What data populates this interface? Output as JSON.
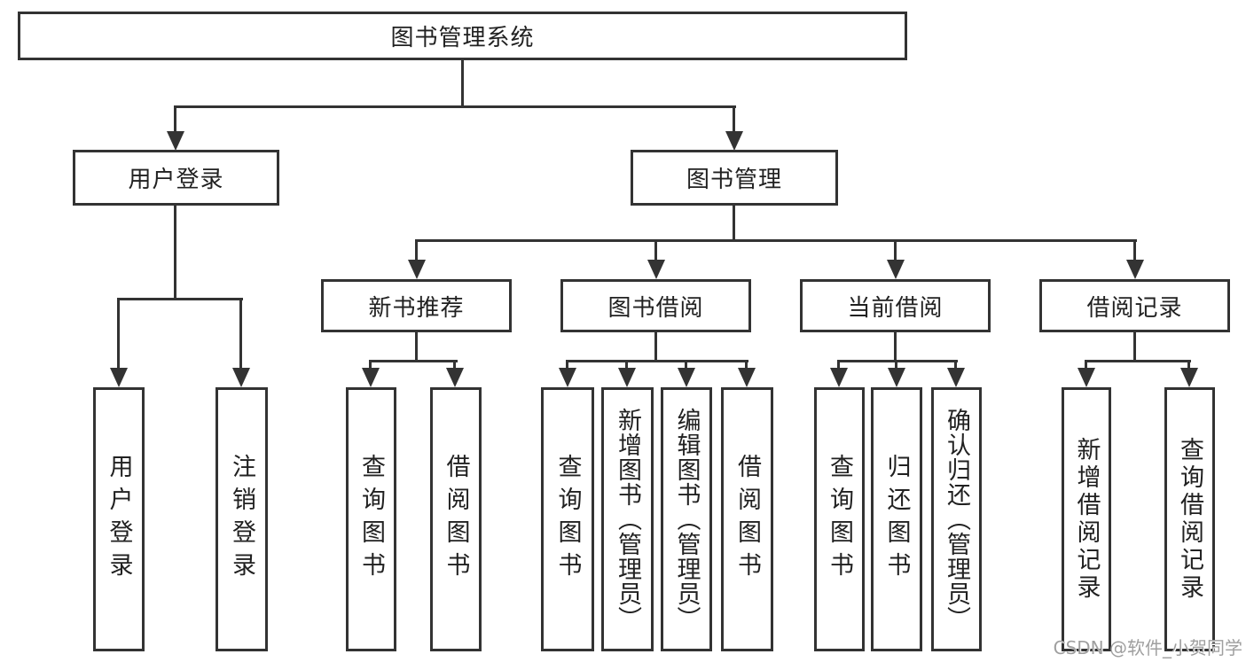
{
  "diagram": {
    "root": {
      "label": "图书管理系统"
    },
    "level2": [
      {
        "label": "用户登录"
      },
      {
        "label": "图书管理"
      }
    ],
    "level3": [
      {
        "label": "新书推荐",
        "parent": "图书管理"
      },
      {
        "label": "图书借阅",
        "parent": "图书管理"
      },
      {
        "label": "当前借阅",
        "parent": "图书管理"
      },
      {
        "label": "借阅记录",
        "parent": "图书管理"
      }
    ],
    "leaves": [
      {
        "label": "用户登录",
        "parent": "用户登录"
      },
      {
        "label": "注销登录",
        "parent": "用户登录"
      },
      {
        "label": "查询图书",
        "parent": "新书推荐"
      },
      {
        "label": "借阅图书",
        "parent": "新书推荐"
      },
      {
        "label": "查询图书",
        "parent": "图书借阅"
      },
      {
        "label": "新增图书（管理员）",
        "parent": "图书借阅"
      },
      {
        "label": "编辑图书（管理员）",
        "parent": "图书借阅"
      },
      {
        "label": "借阅图书",
        "parent": "图书借阅"
      },
      {
        "label": "查询图书",
        "parent": "当前借阅"
      },
      {
        "label": "归还图书",
        "parent": "当前借阅"
      },
      {
        "label": "确认归还（管理员）",
        "parent": "当前借阅"
      },
      {
        "label": "新增借阅记录",
        "parent": "借阅记录"
      },
      {
        "label": "查询借阅记录",
        "parent": "借阅记录"
      }
    ]
  },
  "watermark": {
    "text": "CSDN @软件_小贺同学"
  },
  "colors": {
    "line": "#333333",
    "box_border": "#333333",
    "text": "#212121",
    "watermark": "#9f9f9f",
    "background": "#ffffff"
  }
}
